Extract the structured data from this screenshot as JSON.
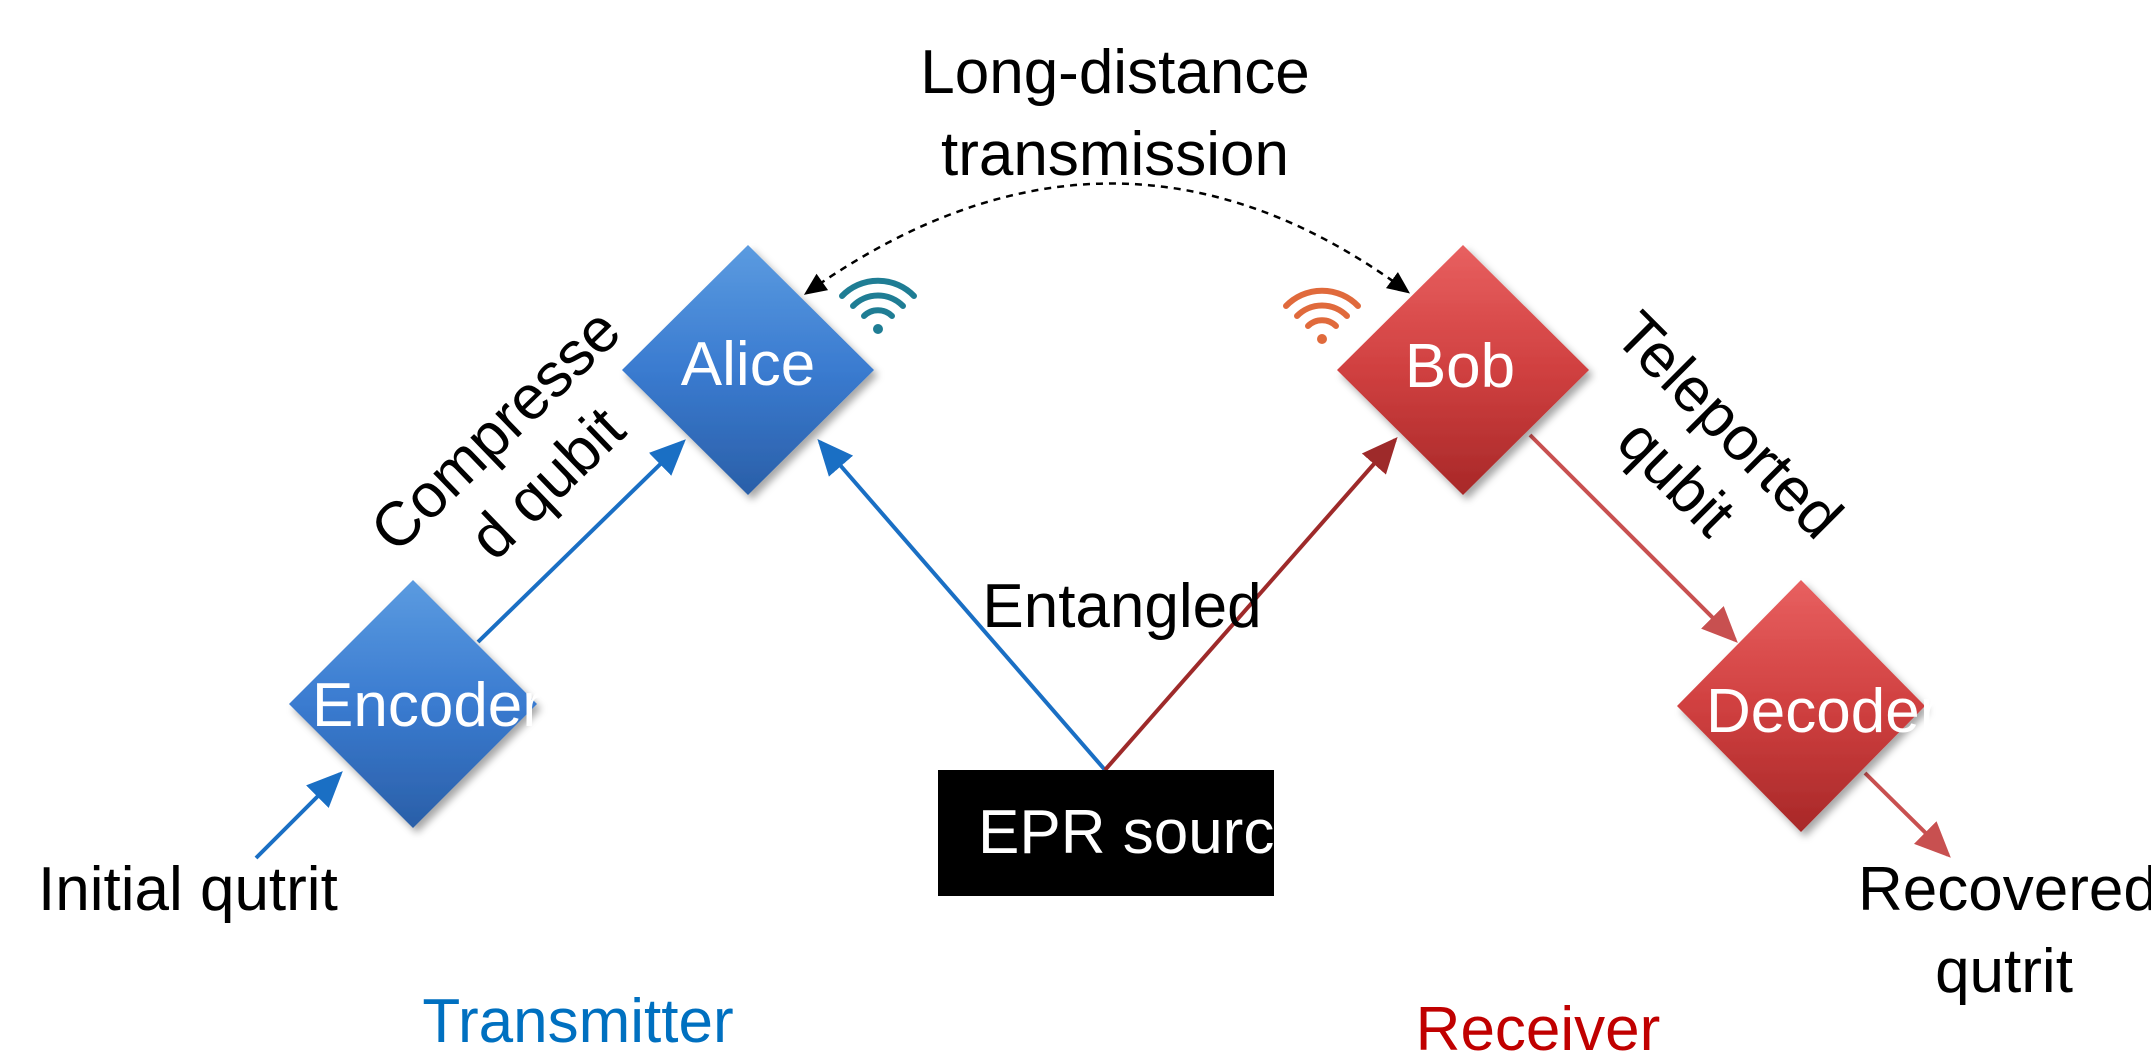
{
  "colors": {
    "transmitter": "#0070c0",
    "receiver": "#c00000",
    "blue_arrow": "#1a6fc4",
    "red_arrow": "#9e2a2a",
    "epr_box": "#000000",
    "wifi_transmitter": "#1f7d94",
    "wifi_receiver": "#e06a3c"
  },
  "nodes": {
    "encoder": "Encoder",
    "alice": "Alice",
    "bob": "Bob",
    "decoder": "Decoder",
    "epr_source": "EPR source"
  },
  "labels": {
    "long_distance_line1": "Long-distance",
    "long_distance_line2": "transmission",
    "compressed_line1": "Compresse",
    "compressed_line2": "d qubit",
    "teleported_line1": "Teleported",
    "teleported_line2": "qubit",
    "entangled": "Entangled",
    "initial_qutrit": "Initial qutrit",
    "recovered_line1": "Recovered",
    "recovered_line2": "qutrit",
    "transmitter": "Transmitter",
    "receiver": "Receiver"
  },
  "icons": {
    "alice_signal": "wifi-icon",
    "bob_signal": "wifi-icon"
  }
}
